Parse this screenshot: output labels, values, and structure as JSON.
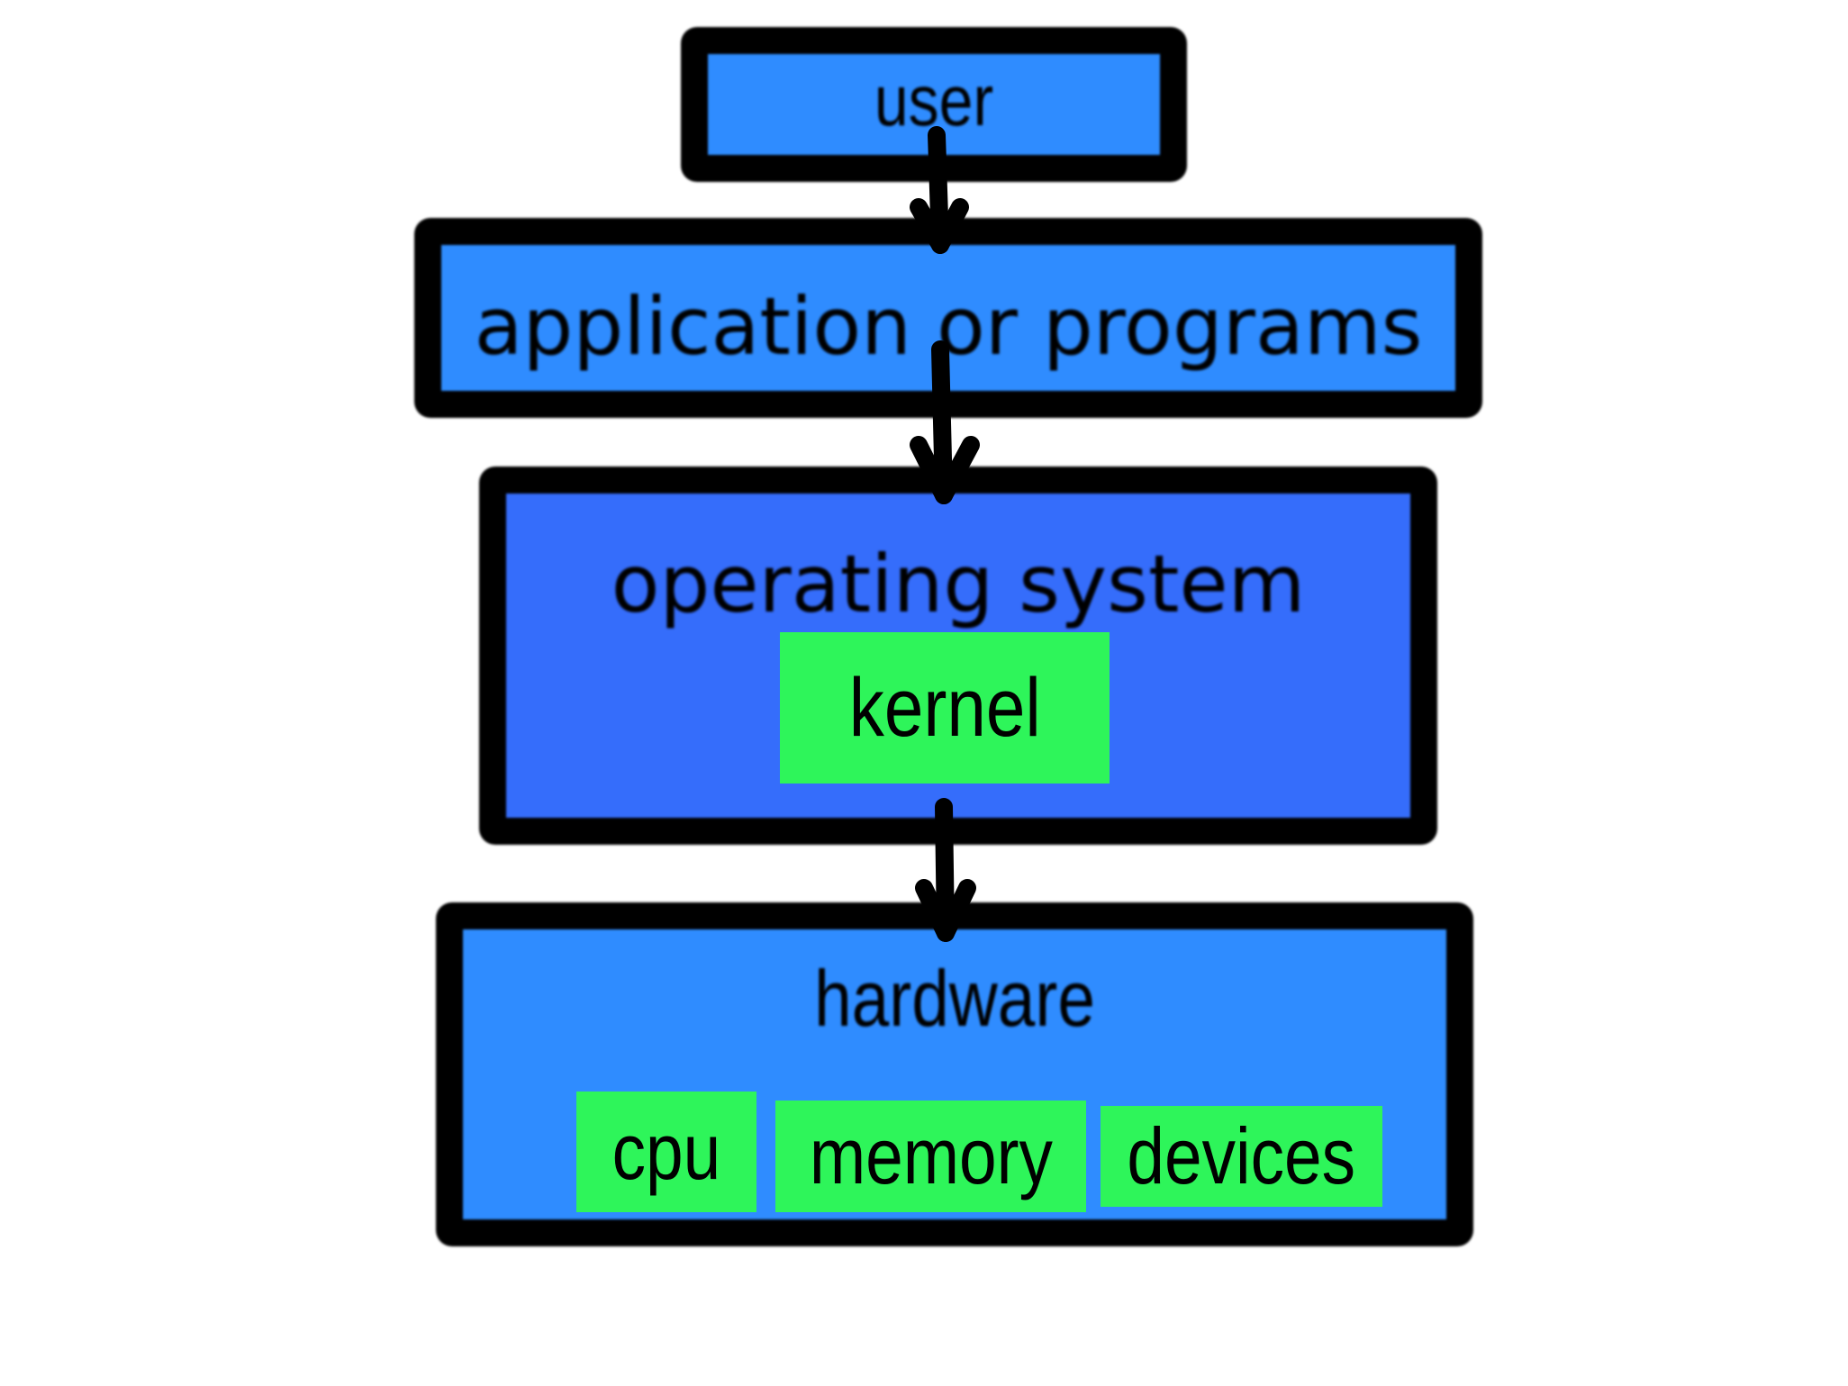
{
  "layers": {
    "user": {
      "label": "user"
    },
    "applications": {
      "label": "application or programs"
    },
    "operating_system": {
      "label": "operating system",
      "kernel_label": "kernel"
    },
    "hardware": {
      "label": "hardware",
      "components": [
        "cpu",
        "memory",
        "devices"
      ]
    }
  },
  "colors": {
    "layer_blue": "#2f8cff",
    "os_blue": "#356dfb",
    "component_green": "#2ef55a",
    "outline": "#000000",
    "background": "#ffffff"
  },
  "icons": {
    "arrows": [
      "arrow-down-icon",
      "arrow-down-icon",
      "arrow-down-icon"
    ]
  }
}
